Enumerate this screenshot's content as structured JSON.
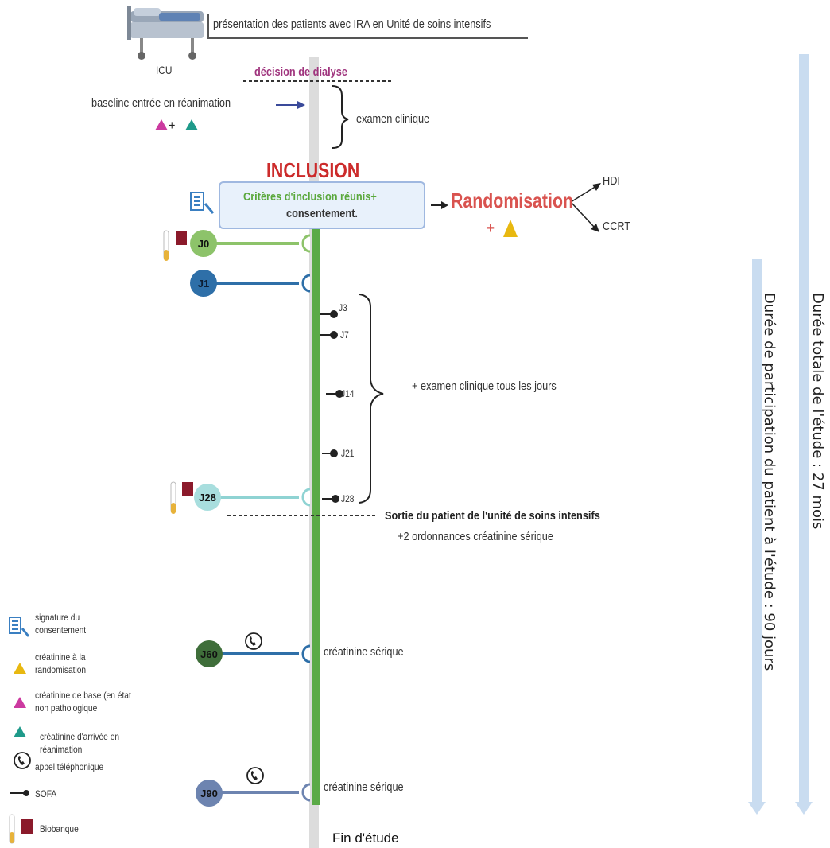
{
  "header": {
    "title": "présentation des patients avec IRA en Unité de soins intensifs",
    "icu_label": "ICU"
  },
  "pre_inclusion": {
    "decision": "décision de dialyse",
    "baseline": "baseline entrée en réanimation",
    "plus": "+",
    "exam": "examen clinique"
  },
  "inclusion": {
    "title": "INCLUSION",
    "criteria_line1": "Critères d'inclusion réunis+",
    "criteria_line2": "consentement.",
    "randomisation": "Randomisation",
    "plus": "+",
    "arm1": "HDI",
    "arm2": "CCRT"
  },
  "days": {
    "j0": "J0",
    "j1": "J1",
    "j28": "J28",
    "j60": "J60",
    "j90": "J90"
  },
  "sofa_marks": [
    "J3",
    "J7",
    "J14",
    "J21",
    "J28"
  ],
  "daily_exam": "+ examen clinique tous les jours",
  "exit": {
    "title": "Sortie du patient de l'unité de soins intensifs",
    "detail": "+2 ordonnances créatinine sérique"
  },
  "followup": {
    "j60_label": "créatinine sérique",
    "j90_label": "créatinine sérique"
  },
  "end_label": "Fin d'étude",
  "durations": {
    "total": "Durée totale de l'étude : 27 mois",
    "participation": "Durée de participation du patient à l'étude : 90 jours"
  },
  "legend": {
    "consent": "signature du consentement",
    "creat_rando": "créatinine à la randomisation",
    "creat_base": "créatinine de base (en état non pathologique",
    "creat_arrival": "créatinine d'arrivée en réanimation",
    "phone": "appel téléphonique",
    "sofa": "SOFA",
    "biobank": "Biobanque"
  },
  "colors": {
    "timeline_green": "#5aaa46",
    "grey_axis": "#dcdcdc",
    "inclusion_red": "#cc2b2b",
    "rando_red": "#d9534f",
    "decision_purple": "#a0357e",
    "criteria_green": "#5aa83c",
    "j0": "#8dc36a",
    "j1": "#2e6fa8",
    "j28": "#a8dede",
    "j60": "#3f6e3a",
    "j90": "#6d84b0",
    "triangle_yellow": "#e8b810",
    "triangle_magenta": "#cc3aa0",
    "triangle_teal": "#1f9a8a",
    "duration_arrow": "#c9dcf0"
  }
}
